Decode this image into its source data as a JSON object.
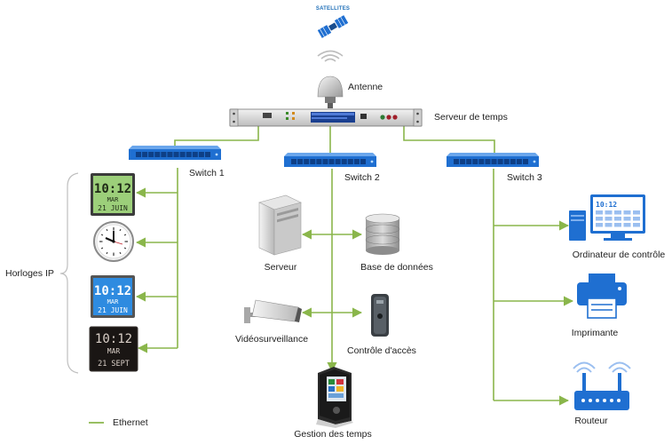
{
  "labels": {
    "satellites": "SATELLITES",
    "antenna": "Antenne",
    "time_server": "Serveur de temps",
    "switch1": "Switch 1",
    "switch2": "Switch 2",
    "switch3": "Switch 3",
    "ip_clocks": "Horloges IP",
    "server": "Serveur",
    "database": "Base de données",
    "video_surveillance": "Vidéosurveillance",
    "access_control": "Contrôle d'accès",
    "time_management": "Gestion des temps",
    "control_computer": "Ordinateur de contrôle",
    "printer": "Imprimante",
    "router": "Routeur",
    "legend_ethernet": "Ethernet"
  },
  "clocks": [
    {
      "time": "10:12",
      "day": "MAR",
      "date": "21 JUIN",
      "style": "lcd-green"
    },
    {
      "type": "analog"
    },
    {
      "time": "10:12",
      "day": "MAR",
      "date": "21 JUIN",
      "style": "lcd-blue"
    },
    {
      "time": "10:12",
      "day": "MAR",
      "date": "21 SEPT",
      "style": "led-red"
    }
  ],
  "computer_screen_time": "10:12",
  "colors": {
    "ethernet": "#8ab64b",
    "switch": "#1f6fd1",
    "clock_green": "#9ccf7a",
    "clock_blue": "#2e8be0",
    "clock_dark": "#1a1614"
  }
}
